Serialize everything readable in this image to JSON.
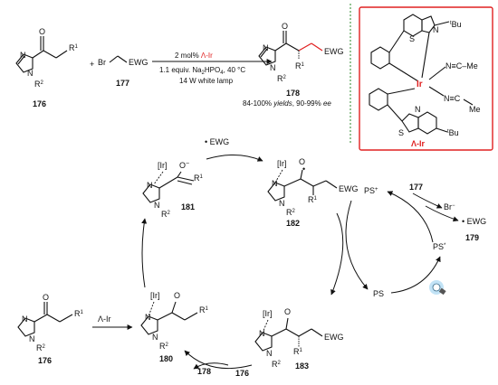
{
  "scheme": {
    "reagents": {
      "ewg_group": "EWG",
      "bromide": "Br",
      "plus": "+",
      "r1": "R",
      "r1_sup": "1",
      "r2": "R",
      "r2_sup": "2",
      "carbonyl_o": "O",
      "ring_n": "N"
    },
    "conditions": {
      "catalyst_amount": "2 mol%",
      "catalyst_name": "Λ-Ir",
      "line2_prefix": "1.1 equiv. Na",
      "line2_sub1": "2",
      "line2_mid": "HPO",
      "line2_sub2": "4",
      "line2_suffix": ", 40 °C",
      "line3": "14 W white lamp",
      "yield_value": "84-100%",
      "yield_word": "yields",
      "ee_value": ", 90-99%",
      "ee_word": "ee"
    },
    "compounds": {
      "c176": "176",
      "c177": "177",
      "c178": "178",
      "c179": "179",
      "c180": "180",
      "c181": "181",
      "c182": "182",
      "c183": "183"
    },
    "catalyst_box": {
      "metal": "Ir",
      "nitrile1": "N≡C–Me",
      "nitrile2": "N≡C",
      "nitrile2_me": "Me",
      "tbu_top": "Bu",
      "tbu_bottom": "Bu",
      "tbu_sup": "t",
      "n_label": "N",
      "s_label": "S",
      "caption": "Λ-Ir"
    },
    "cycle": {
      "ir_label": "[Ir]",
      "o_minus": "O",
      "minus": "−",
      "radical_ewg": "EWG",
      "ps_plus": "PS",
      "ps_plus_sup": "+",
      "ps_star": "PS",
      "ps_star_sup": "*",
      "ps": "PS",
      "br_minus": "Br",
      "br_sup": "−",
      "catalyst_step": "Λ-Ir"
    },
    "colors": {
      "catalyst_red": "#e02020",
      "divider_green": "#2a8a2a",
      "lamp_blue": "#9ad0f0"
    },
    "icons": [
      "lamp-icon"
    ]
  }
}
